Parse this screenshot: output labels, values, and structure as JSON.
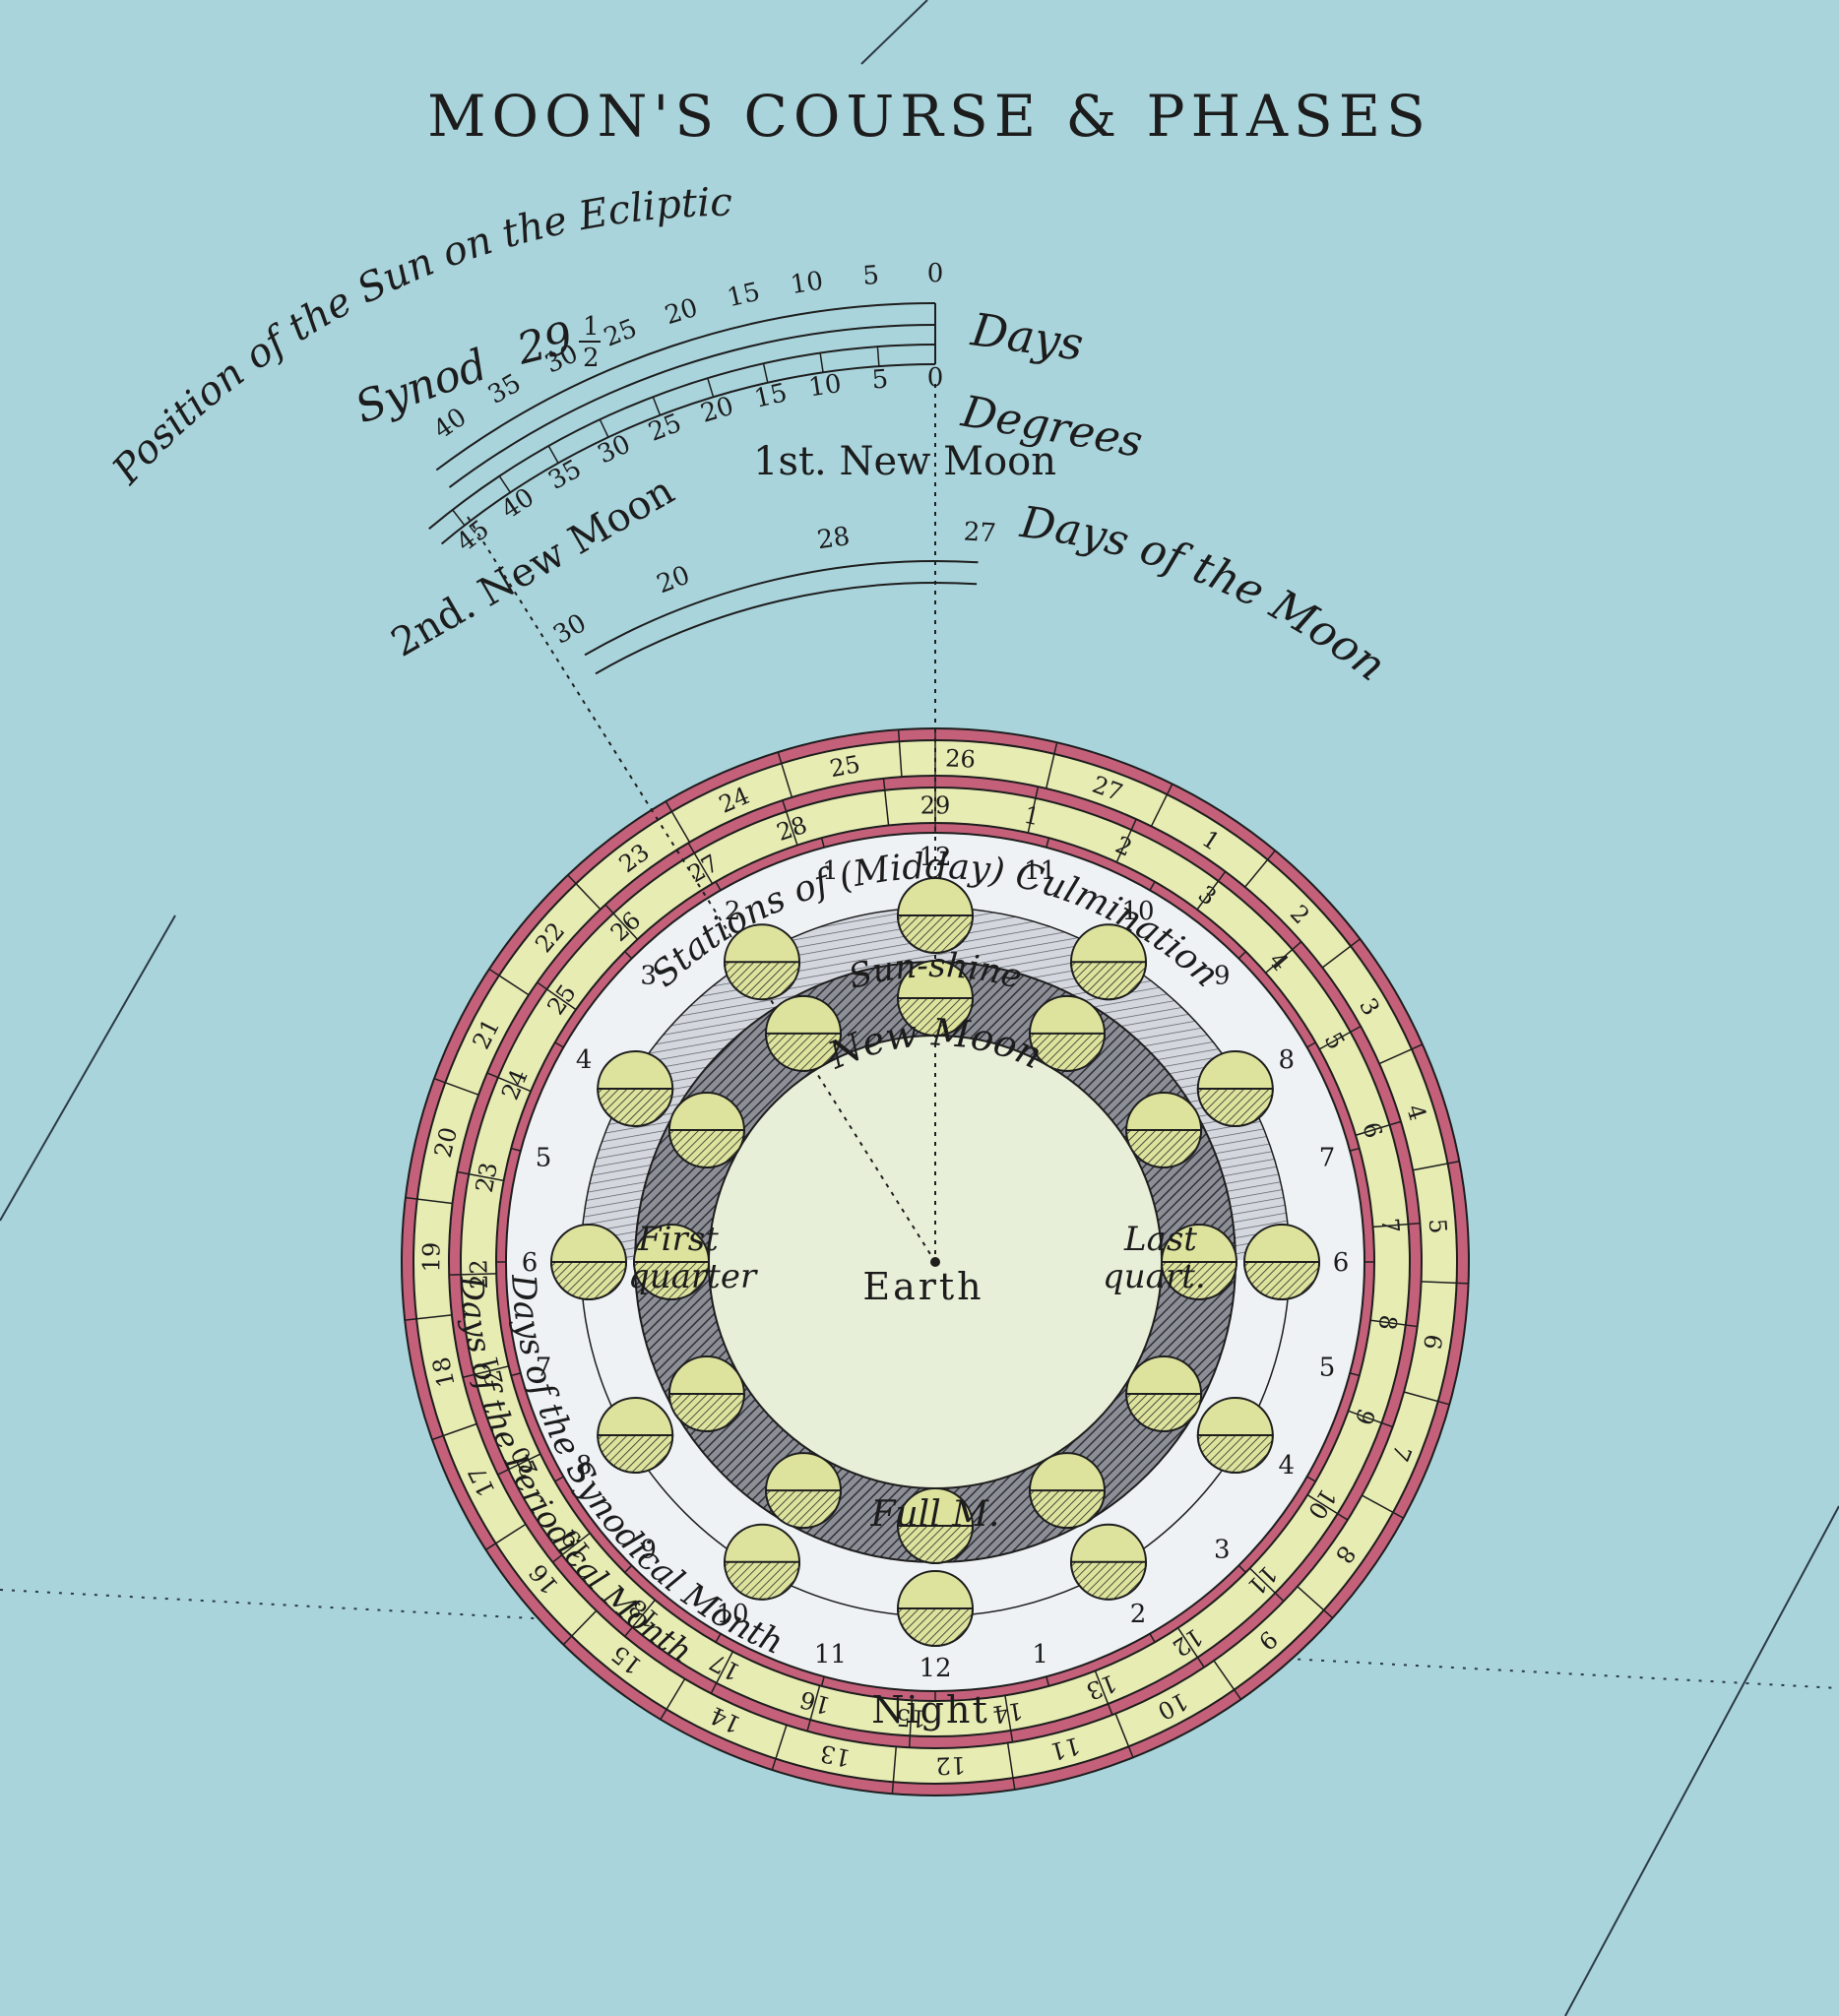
{
  "title": "MOON'S COURSE & PHASES",
  "top_arc": {
    "label": "Position of the Sun on the Ecliptic",
    "synod_label": "Synod",
    "synod_value": "29",
    "synod_fraction_num": "1",
    "synod_fraction_den": "2",
    "days_label": "Days",
    "degrees_label": "Degrees",
    "days_ticks": [
      "0",
      "5",
      "10",
      "15",
      "20",
      "25",
      "30",
      "35",
      "40"
    ],
    "degrees_ticks": [
      "0",
      "5",
      "10",
      "15",
      "20",
      "25",
      "30",
      "35",
      "40",
      "45"
    ],
    "first_new_moon": "1st. New Moon",
    "second_new_moon": "2nd. New Moon",
    "moon_days_label": "Days of the Moon",
    "moon_days_ticks": [
      "27",
      "28",
      "20",
      "30"
    ]
  },
  "rings": {
    "periodical_label": "Days of the Periodical Month",
    "synodical_label": "Days of the Synodical Month",
    "outer_ring_numbers": [
      "27",
      "1",
      "2",
      "3",
      "4",
      "5",
      "6",
      "7",
      "8",
      "9",
      "10",
      "11",
      "12",
      "13",
      "14",
      "15",
      "16",
      "17",
      "18",
      "19",
      "20",
      "21",
      "22",
      "23",
      "24",
      "25",
      "26"
    ],
    "middle_ring_numbers": [
      "29",
      "1",
      "2",
      "3",
      "4",
      "5",
      "6",
      "7",
      "8",
      "9",
      "10",
      "11",
      "12",
      "13",
      "14",
      "15",
      "16",
      "17",
      "18",
      "19",
      "20",
      "21",
      "22",
      "23",
      "24",
      "25",
      "26",
      "27",
      "28"
    ],
    "hour_numbers": [
      "12",
      "1",
      "2",
      "3",
      "4",
      "5",
      "6",
      "7",
      "8",
      "9",
      "10",
      "11",
      "12",
      "1",
      "2",
      "3",
      "4",
      "5",
      "6",
      "7",
      "8",
      "9",
      "10",
      "11"
    ]
  },
  "inner": {
    "culmination_label": "Stations of (Midday) Culmination",
    "sunshine_label": "Sun-shine",
    "new_moon": "New Moon",
    "first_quarter_a": "First",
    "first_quarter_b": "quarter",
    "last_quarter_a": "Last",
    "last_quarter_b": "quart.",
    "full_moon": "Full M.",
    "earth": "Earth",
    "night": "Night"
  },
  "colors": {
    "background": "#a9d4dc",
    "pink_ring": "#c4607a",
    "yellow_ring": "#e6ecb2",
    "paper": "#eef2f4",
    "moon_fill": "#dde39c",
    "hatch": "#3c3c44",
    "ink": "#1e1e1e"
  }
}
